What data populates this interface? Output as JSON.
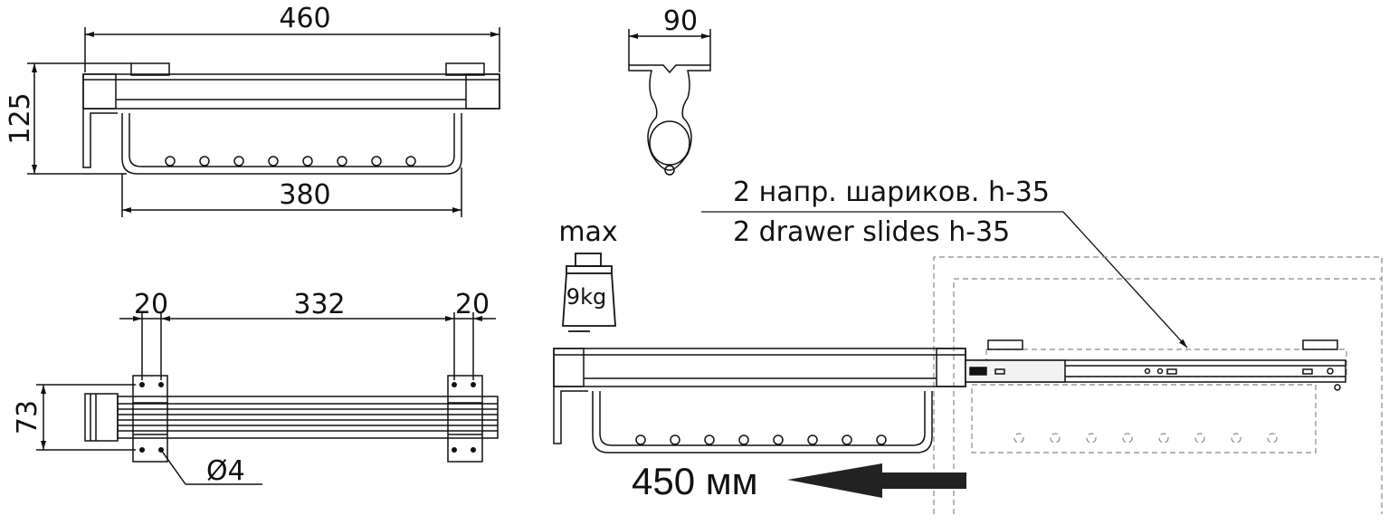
{
  "top_view": {
    "width_dim": "460",
    "height_dim": "125",
    "inner_width_dim": "380"
  },
  "side_profile": {
    "width_dim": "90"
  },
  "mount_view": {
    "left_margin_dim": "20",
    "center_dim": "332",
    "right_margin_dim": "20",
    "depth_dim": "73",
    "hole_dim": "Ø4"
  },
  "weight": {
    "max_label": "max",
    "load_label": "9kg"
  },
  "slides": {
    "label_ru": "2 напр. шариков. h-35",
    "label_en": "2 drawer slides h-35"
  },
  "extension": {
    "label": "450 мм"
  },
  "colors": {
    "line": "#111111",
    "dashed": "#888888",
    "arrow": "#222222"
  }
}
